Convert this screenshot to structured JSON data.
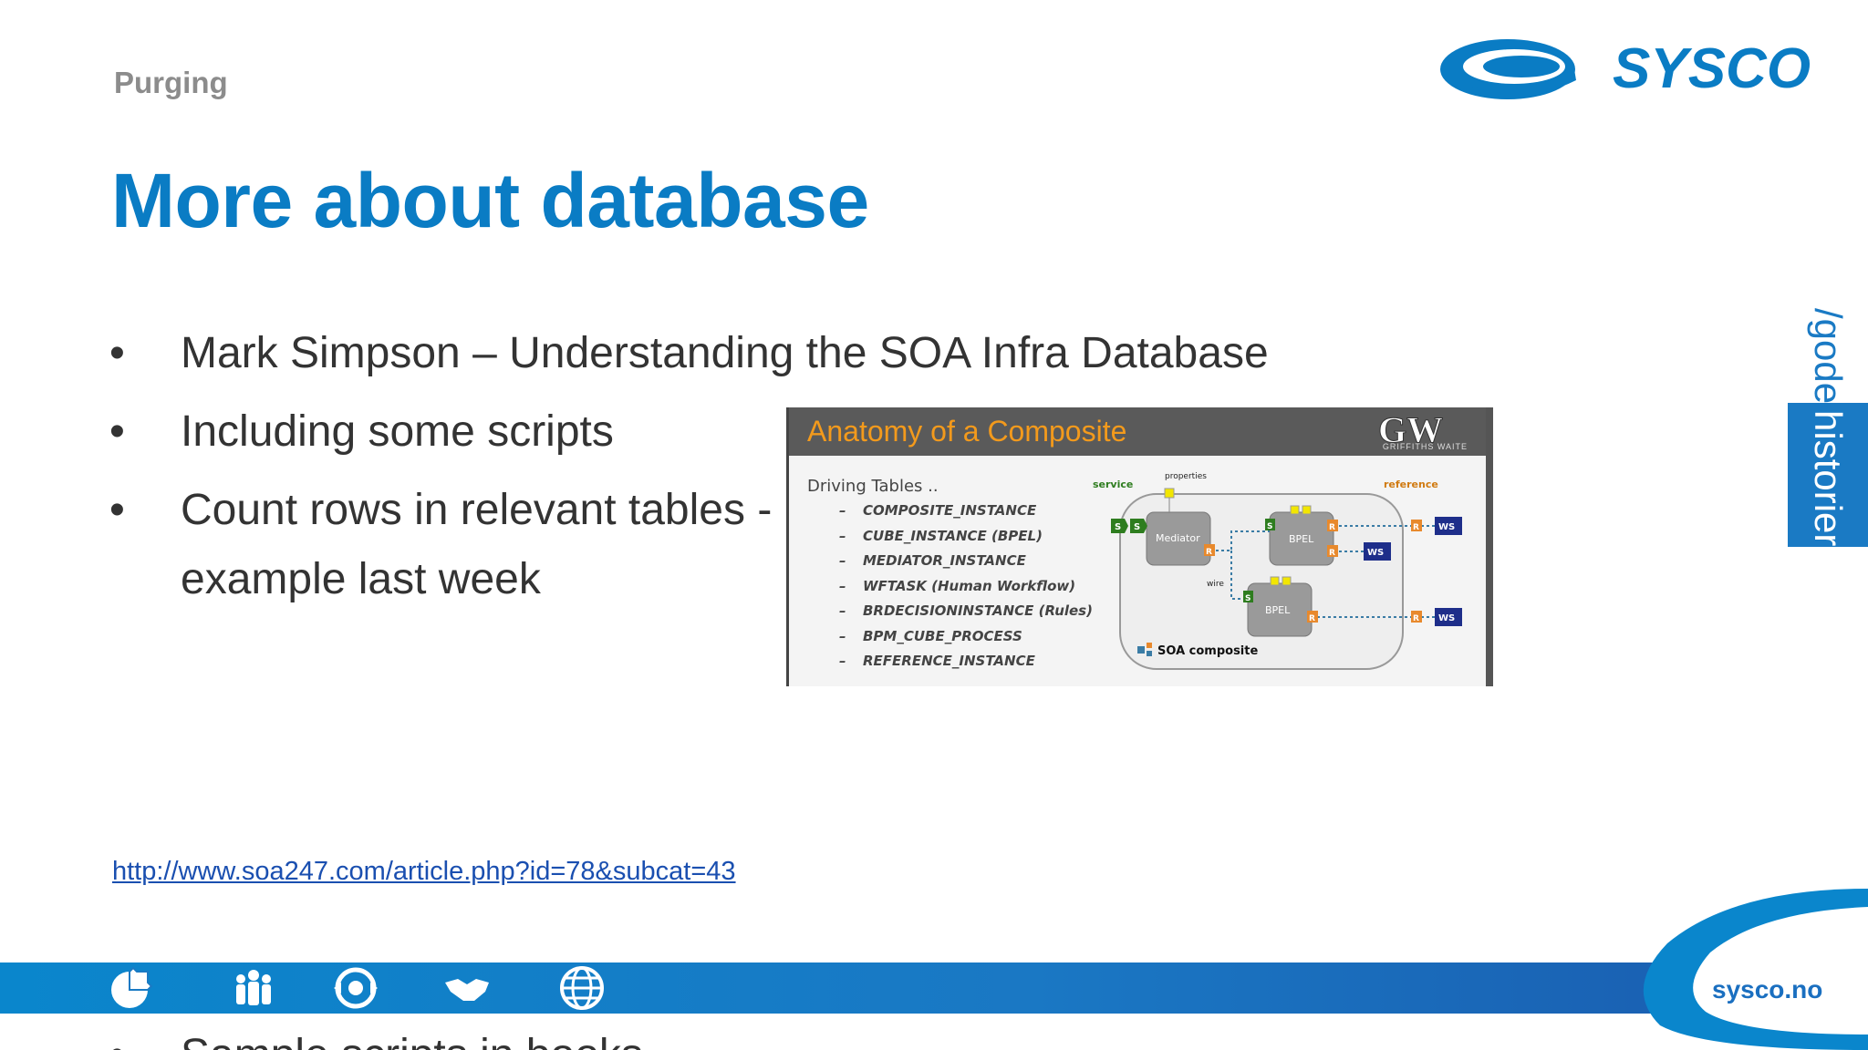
{
  "header": {
    "section": "Purging",
    "title": "More about database",
    "logo_text": "SYSCO"
  },
  "bullets": [
    {
      "marker": "•",
      "text": "Mark Simpson – Understanding the SOA Infra Database"
    },
    {
      "marker": "•",
      "text": "Including some scripts"
    },
    {
      "marker": "•",
      "text": "Count rows in relevant tables -",
      "continuation": "example last week"
    },
    {
      "marker": "•",
      "text": "Sample scripts in books"
    }
  ],
  "link": "http://www.soa247.com/article.php?id=78&subcat=43",
  "side_tab": {
    "prefix": "/gode",
    "highlight": "historier"
  },
  "diagram": {
    "title": "Anatomy of a Composite",
    "brand": "GW",
    "brand_sub": "GRIFFITHS WAITE",
    "driving_label": "Driving Tables ..",
    "tables": [
      "COMPOSITE_INSTANCE",
      "CUBE_INSTANCE (BPEL)",
      "MEDIATOR_INSTANCE",
      "WFTASK (Human Workflow)",
      "BRDECISIONINSTANCE (Rules)",
      "BPM_CUBE_PROCESS",
      "REFERENCE_INSTANCE"
    ],
    "labels": {
      "service": "service",
      "properties": "properties",
      "reference": "reference",
      "mediator": "Mediator",
      "bpel1": "BPEL",
      "bpel2": "BPEL",
      "wire": "wire",
      "composite": "SOA composite",
      "ws": "WS",
      "s": "S",
      "r": "R"
    }
  },
  "footer": {
    "site": "sysco.no",
    "icons": [
      "puzzle-icon",
      "people-icon",
      "target-icon",
      "handshake-icon",
      "globe-icon"
    ]
  },
  "colors": {
    "title": "#0a7cc4",
    "section": "#8c8c8c",
    "footer_bar": "#1a78c4",
    "diagram_title": "#f39a1c"
  }
}
